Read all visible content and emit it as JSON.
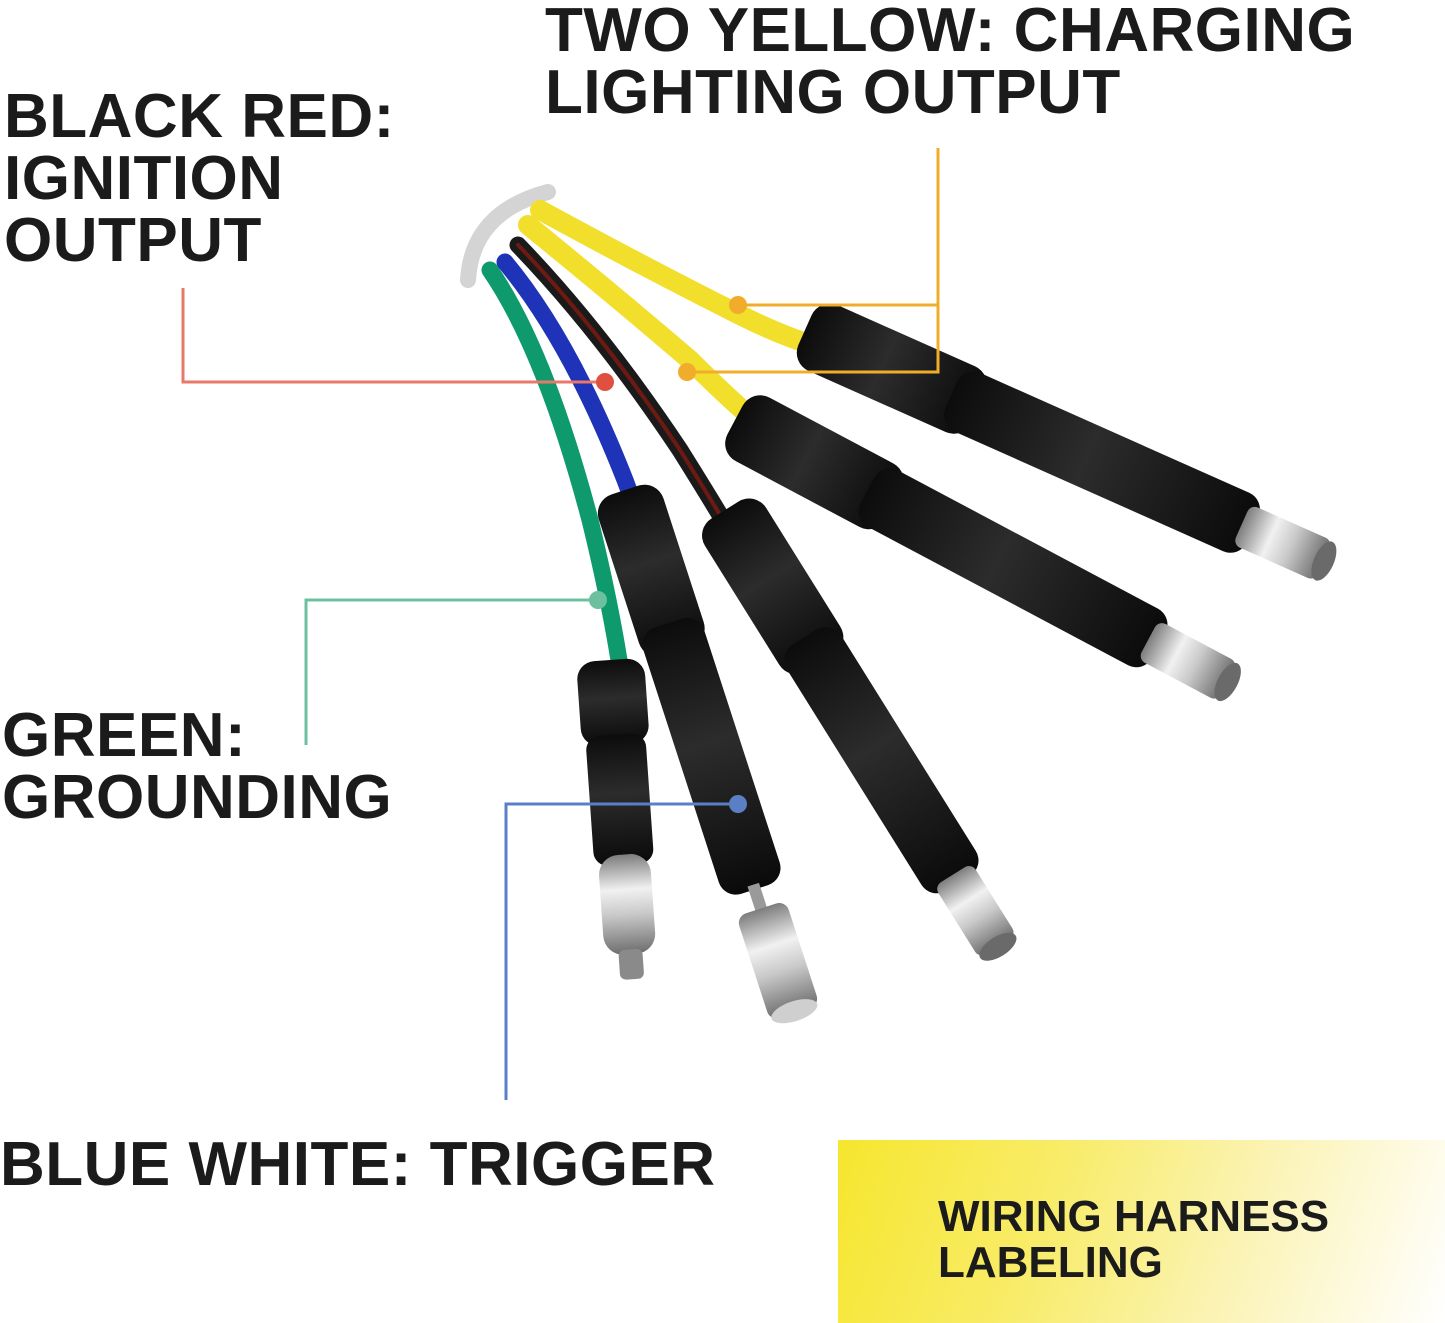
{
  "labels": {
    "yellow": {
      "lines": [
        "TWO YELLOW: CHARGING",
        "LIGHTING OUTPUT"
      ],
      "leader_color": "#f0ac2a"
    },
    "black_red": {
      "lines": [
        "BLACK RED:",
        "IGNITION",
        "OUTPUT"
      ],
      "leader_color": "#e8796a"
    },
    "green": {
      "lines": [
        "GREEN:",
        "GROUNDING"
      ],
      "leader_color": "#6cc0a0"
    },
    "blue_white": {
      "lines": [
        "BLUE WHITE: TRIGGER"
      ],
      "leader_color": "#5b7fc4"
    }
  },
  "badge": {
    "lines": [
      "WIRING HARNESS",
      "LABELING"
    ],
    "gradient_color": "#f6e62e"
  },
  "wire_colors": {
    "yellow": "#f2df2c",
    "black": "#1a1a1a",
    "red": "#6e1a12",
    "blue": "#1f33b8",
    "green": "#0f9a6e",
    "sleeve": "#151515",
    "metal": "#b9b9b9"
  },
  "icons": [
    "wiring-harness-photo-icon"
  ]
}
